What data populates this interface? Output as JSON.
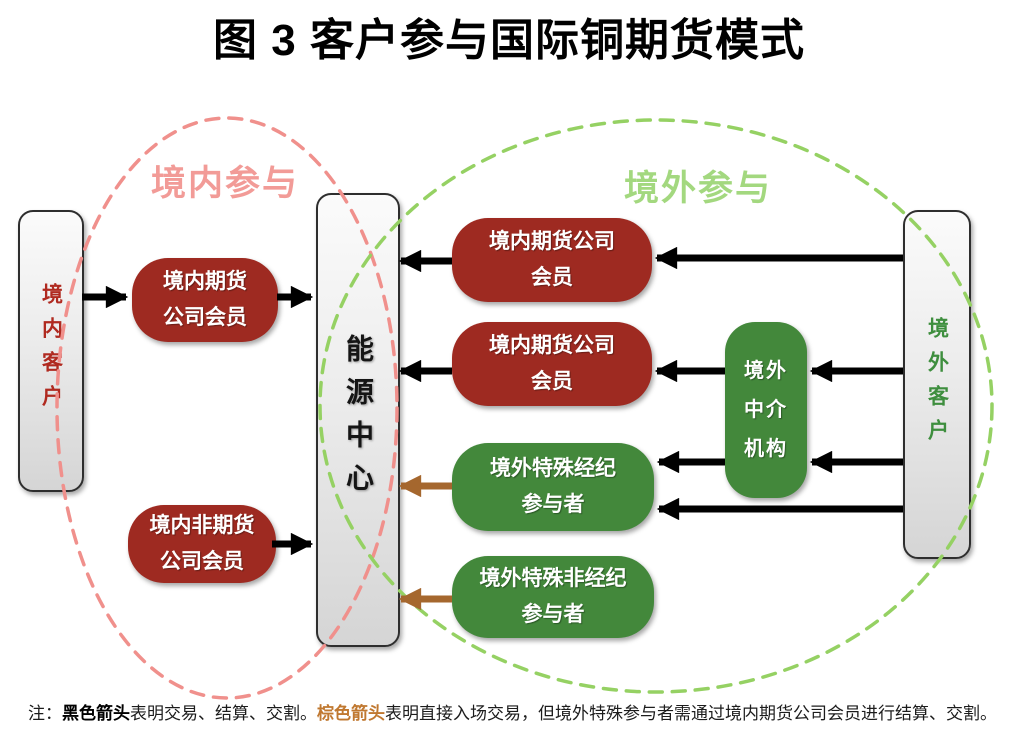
{
  "title": "图 3  客户参与国际铜期货模式",
  "regions": {
    "domestic": {
      "label": "境内参与"
    },
    "overseas": {
      "label": "境外参与"
    }
  },
  "nodes": {
    "domestic_customer": {
      "label": "境内客户"
    },
    "energy_center": {
      "label": "能源中心"
    },
    "overseas_customer": {
      "label": "境外客户"
    },
    "domestic_futures_member_left": {
      "line1": "境内期货",
      "line2": "公司会员"
    },
    "domestic_non_futures_member": {
      "line1": "境内非期货",
      "line2": "公司会员"
    },
    "domestic_futures_member_right1": {
      "line1": "境内期货公司",
      "line2": "会员"
    },
    "domestic_futures_member_right2": {
      "line1": "境内期货公司",
      "line2": "会员"
    },
    "overseas_special_broker": {
      "line1": "境外特殊经纪",
      "line2": "参与者"
    },
    "overseas_special_non_broker": {
      "line1": "境外特殊非经纪",
      "line2": "参与者"
    },
    "overseas_intermediary": {
      "lines": [
        "境外",
        "中介",
        "机构"
      ]
    }
  },
  "colors": {
    "dark_red": "#9E2A21",
    "green": "#43883B",
    "black_arrow": "#000000",
    "brown_arrow": "#A5672E",
    "pink_dash": "#F0908C",
    "green_dash": "#95D163",
    "pink_label": "#F29B97",
    "green_label": "#A3D87F",
    "domestic_customer_text": "#B02A20",
    "overseas_customer_text": "#3E8E3E",
    "note_brown": "#C07830"
  },
  "note": {
    "prefix": "注：",
    "black_arrow_label": "黑色箭头",
    "black_arrow_text": "表明交易、结算、交割。",
    "brown_arrow_label": "棕色箭头",
    "brown_arrow_text": "表明直接入场交易，但境外特殊参与者需通过境内期货公司会员进行结算、交割。"
  }
}
